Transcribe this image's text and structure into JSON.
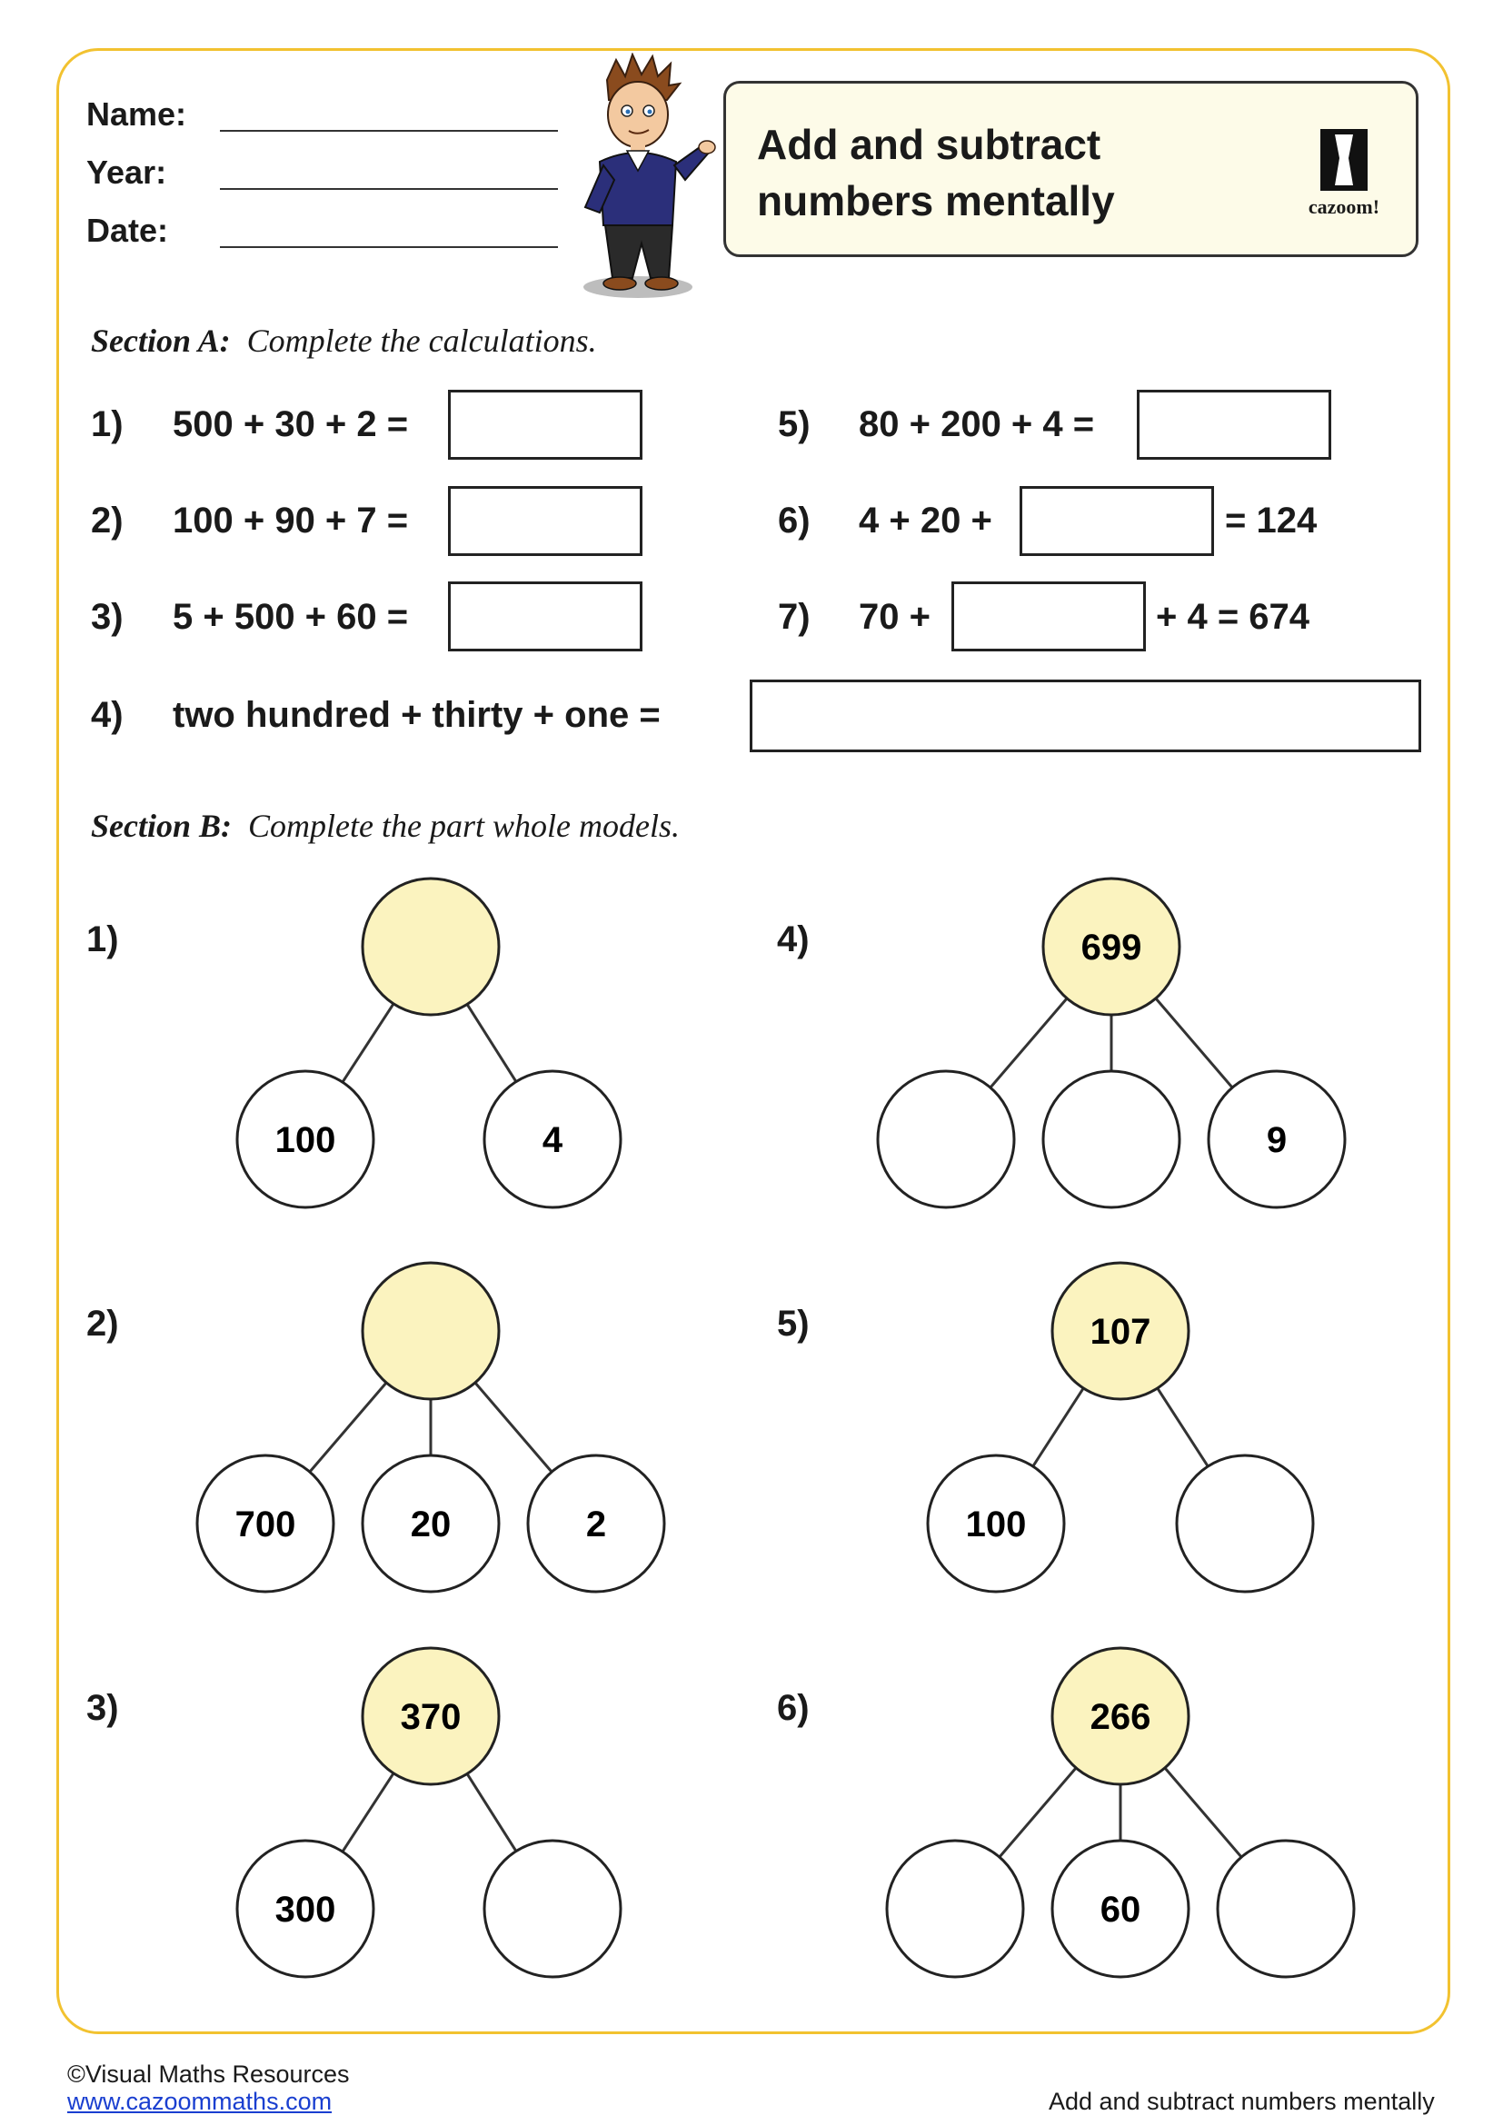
{
  "header": {
    "name_label": "Name:",
    "year_label": "Year:",
    "date_label": "Date:"
  },
  "title": {
    "line1": "Add and subtract",
    "line2": "numbers mentally",
    "brand": "cazoom!"
  },
  "section_a": {
    "heading": "Section A:",
    "instruction": "Complete the calculations.",
    "questions": [
      {
        "num": "1)",
        "pre": "500 + 30 + 2 =",
        "post": ""
      },
      {
        "num": "2)",
        "pre": "100 + 90 + 7 =",
        "post": ""
      },
      {
        "num": "3)",
        "pre": "5 + 500 + 60 =",
        "post": ""
      },
      {
        "num": "4)",
        "pre": "two hundred + thirty + one =",
        "post": ""
      },
      {
        "num": "5)",
        "pre": "80 + 200 + 4 =",
        "post": ""
      },
      {
        "num": "6)",
        "pre": "4 + 20 +",
        "post": "= 124"
      },
      {
        "num": "7)",
        "pre": "70 +",
        "post": "+ 4 = 674"
      }
    ]
  },
  "section_b": {
    "heading": "Section B:",
    "instruction": "Complete the part whole models.",
    "models": [
      {
        "num": "1)",
        "whole": "",
        "parts": [
          "100",
          "4"
        ]
      },
      {
        "num": "2)",
        "whole": "",
        "parts": [
          "700",
          "20",
          "2"
        ]
      },
      {
        "num": "3)",
        "whole": "370",
        "parts": [
          "300",
          ""
        ]
      },
      {
        "num": "4)",
        "whole": "699",
        "parts": [
          "",
          "",
          "9"
        ]
      },
      {
        "num": "5)",
        "whole": "107",
        "parts": [
          "100",
          ""
        ]
      },
      {
        "num": "6)",
        "whole": "266",
        "parts": [
          "",
          "60",
          ""
        ]
      }
    ]
  },
  "footer": {
    "copyright": "©Visual Maths Resources",
    "url": "www.cazoommaths.com",
    "title": "Add and subtract numbers mentally"
  },
  "colors": {
    "frame": "#f2c230",
    "whole_fill": "#fbf3bf",
    "title_bg": "#fdfbe8",
    "link": "#1a3fd0"
  }
}
